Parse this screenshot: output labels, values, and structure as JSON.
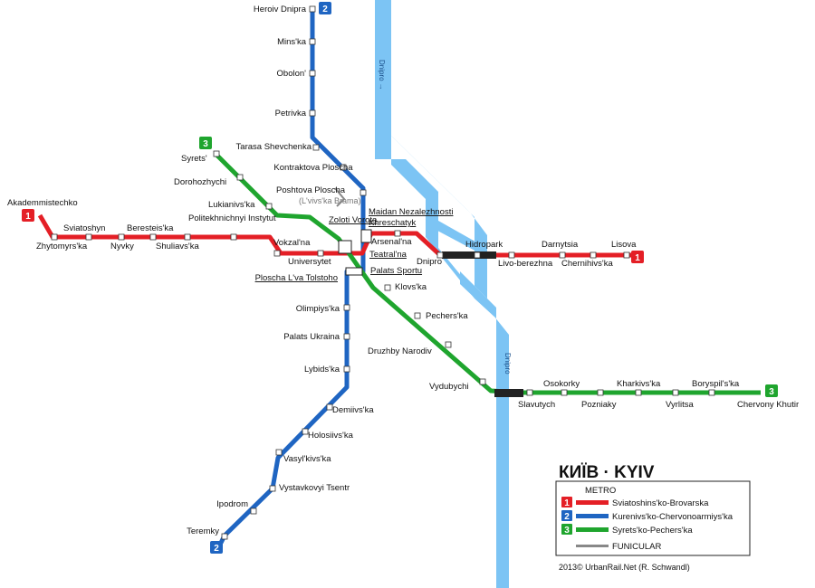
{
  "colors": {
    "river": "#7cc4f4",
    "red": "#e41f26",
    "blue": "#1f65c2",
    "green": "#1fa52e",
    "funicular": "#888888",
    "station_fill": "#ffffff"
  },
  "title": "КИЇВ · KYIV",
  "legend": {
    "heading": "METRO",
    "lines": [
      {
        "number": "1",
        "name": "Sviatoshins'ko-Brovarska",
        "color": "red"
      },
      {
        "number": "2",
        "name": "Kurenivs'ko-Chervonoarmiys'ka",
        "color": "blue"
      },
      {
        "number": "3",
        "name": "Syrets'ko-Pechers'ka",
        "color": "green"
      }
    ],
    "funicular": "FUNICULAR"
  },
  "credit": "2013© UrbanRail.Net (R. Schwandl)",
  "river_labels": [
    "Dnipro →",
    "Dnipro"
  ],
  "line_badges": [
    {
      "number": "2",
      "color": "blue"
    },
    {
      "number": "3",
      "color": "green"
    },
    {
      "number": "1",
      "color": "red"
    },
    {
      "number": "1",
      "color": "red"
    },
    {
      "number": "2",
      "color": "blue"
    },
    {
      "number": "3",
      "color": "green"
    }
  ],
  "stations": {
    "red": [
      "Akademmistechko",
      "Zhytomyrs'ka",
      "Sviatoshyn",
      "Nyvky",
      "Beresteis'ka",
      "Shuliavs'ka",
      "Politekhnichnyi Instytut",
      "Vokzal'na",
      "Universytet",
      "Teatral'na",
      "Khreschatyk",
      "Arsenal'na",
      "Dnipro",
      "Hidropark",
      "Livo-berezhna",
      "Darnytsia",
      "Chernihivs'ka",
      "Lisova"
    ],
    "blue": [
      "Heroiv Dnipra",
      "Mins'ka",
      "Obolon'",
      "Petrivka",
      "Tarasa Shevchenka",
      "Kontraktova Ploscha",
      "Poshtova Ploscha",
      "Maidan Nezalezhnosti",
      "Ploscha L'va Tolstoho",
      "Olimpiys'ka",
      "Palats Ukraina",
      "Lybids'ka",
      "Demiivs'ka",
      "Holosiivs'ka",
      "Vasyl'kivs'ka",
      "Vystavkovyi Tsentr",
      "Ipodrom",
      "Teremky"
    ],
    "green": [
      "Syrets'",
      "Dorohozhychi",
      "Lukianivs'ka",
      "Zoloti Vorota",
      "Palats Sportu",
      "Klovs'ka",
      "Pechers'ka",
      "Druzhby Narodiv",
      "Vydubychi",
      "Slavutych",
      "Osokorky",
      "Pozniaky",
      "Kharkivs'ka",
      "Vyrlitsa",
      "Boryspil's'ka",
      "Chervony Khutir"
    ],
    "funicular_note": "(L'vivs'ka Brama)"
  }
}
